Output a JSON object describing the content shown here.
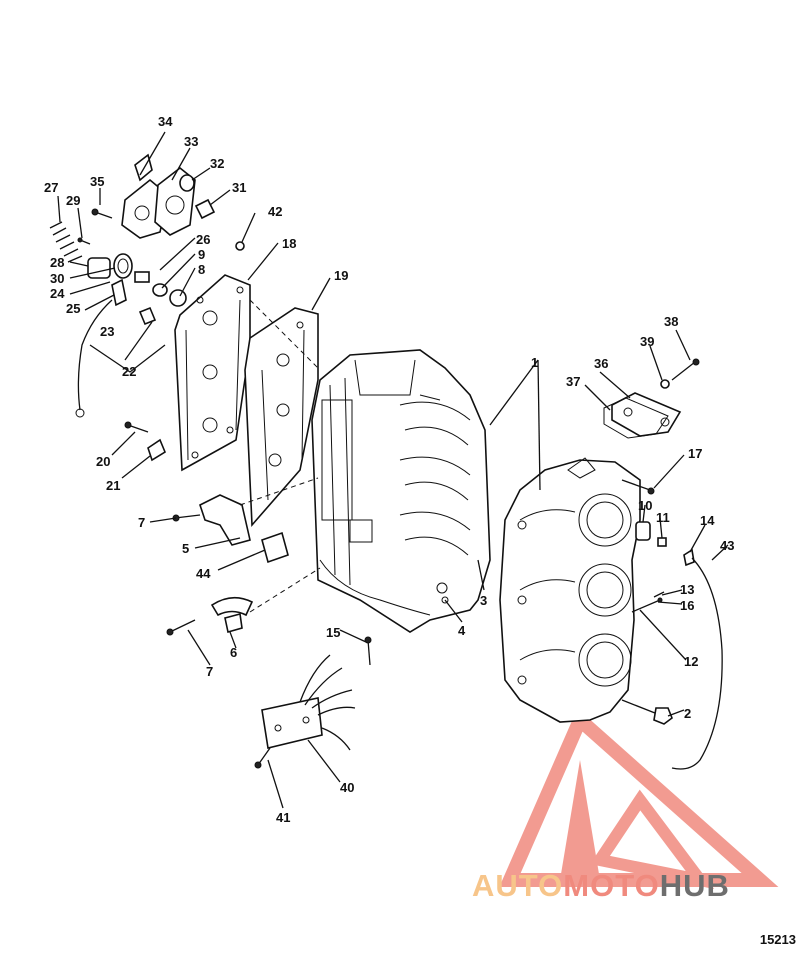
{
  "figure_number": "15213",
  "watermark": {
    "text_1": "AUTO",
    "text_2": "MOTO",
    "text_3": "HUB",
    "colors": {
      "auto": "#f7c58a",
      "moto": "#f08a7e",
      "hub": "#6e6e6e",
      "logo": "#f08a7e"
    }
  },
  "callouts": [
    "1",
    "2",
    "3",
    "4",
    "5",
    "6",
    "7",
    "7",
    "8",
    "9",
    "10",
    "11",
    "12",
    "13",
    "14",
    "15",
    "16",
    "17",
    "18",
    "19",
    "20",
    "21",
    "22",
    "23",
    "24",
    "25",
    "26",
    "27",
    "28",
    "29",
    "30",
    "31",
    "32",
    "33",
    "34",
    "35",
    "36",
    "37",
    "38",
    "39",
    "40",
    "41",
    "42",
    "43",
    "44"
  ]
}
